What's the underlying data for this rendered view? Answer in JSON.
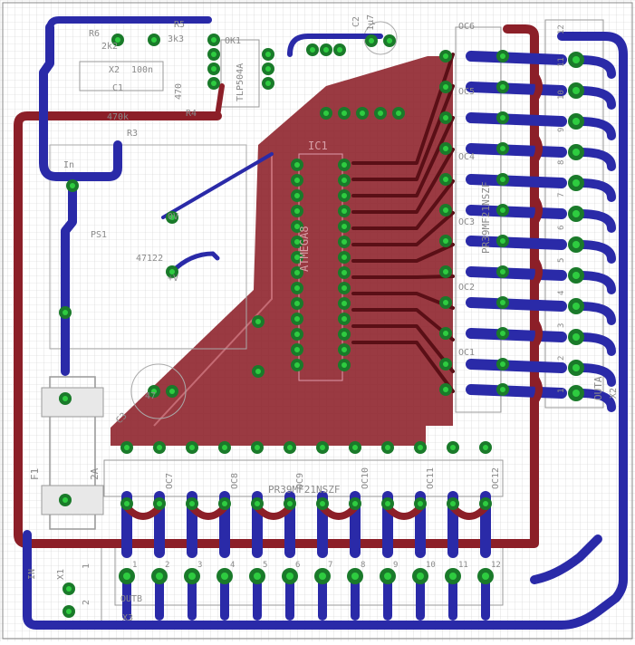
{
  "colors": {
    "background": "#ffffff",
    "grid": "#c8c8c8",
    "top_copper": "#8c1f28",
    "bottom_copper": "#2a2aa8",
    "pad": "#1a7a2a",
    "pad_hole": "#2ecc40",
    "silkscreen": "#9a9a9a",
    "label": "#b0b0b0"
  },
  "components": {
    "r6": {
      "name": "R6",
      "value": "2k2"
    },
    "r5": {
      "name": "R5",
      "value": "3k3"
    },
    "c2": {
      "name": "C2",
      "value": "1µ7"
    },
    "ok1": {
      "name": "OK1",
      "value": "TLP504A"
    },
    "c1": {
      "name": "C1",
      "value": "100n",
      "extra": "X2"
    },
    "r4": {
      "name": "R4",
      "value": "470"
    },
    "r3": {
      "name": "R3",
      "value": "470k"
    },
    "ic1": {
      "name": "IC1",
      "value": "ATMEGA8"
    },
    "ps1": {
      "name": "PS1",
      "value": "47122",
      "in": "In",
      "zero_v": "0V",
      "plus_v": "+V"
    },
    "c3": {
      "name": "C3",
      "value": "47"
    },
    "f1": {
      "name": "F1",
      "value": "2A"
    },
    "x1": {
      "name": "X1",
      "in": "IN",
      "pin1": "1",
      "pin2": "2"
    },
    "x2": {
      "name": "X2",
      "label": "OUTA"
    },
    "x3": {
      "name": "X3",
      "label": "OUTB"
    },
    "oc_right_value": "PR39MF21NSZF",
    "oc_bottom_value": "PR39MF21NSZF"
  },
  "oc_right": [
    "OC6",
    "OC5",
    "OC4",
    "OC3",
    "OC2",
    "OC1"
  ],
  "oc_bottom": [
    "OC7",
    "OC8",
    "OC9",
    "OC10",
    "OC11",
    "OC12"
  ],
  "x2_pins": [
    "12",
    "11",
    "10",
    "9",
    "8",
    "7",
    "6",
    "5",
    "4",
    "3",
    "2",
    "1"
  ],
  "x3_pins": [
    "1",
    "2",
    "3",
    "4",
    "5",
    "6",
    "7",
    "8",
    "9",
    "10",
    "11",
    "12"
  ]
}
